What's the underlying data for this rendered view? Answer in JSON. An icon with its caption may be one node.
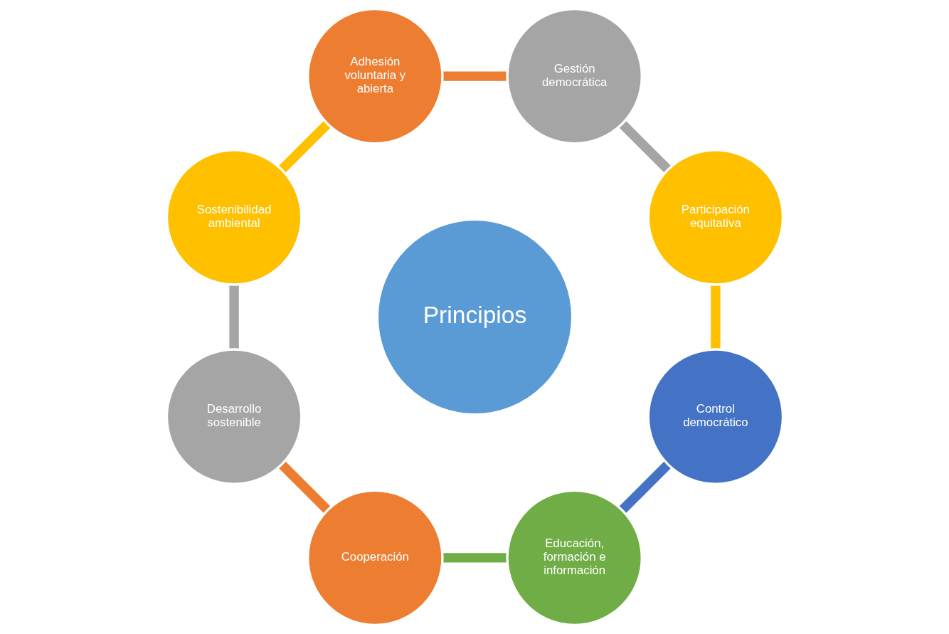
{
  "diagram": {
    "nodes": [
      {
        "text": [
          "Principios"
        ]
      },
      {
        "text": [
          "Adhesión voluntaria y abierta"
        ]
      },
      {
        "text": [
          "Gestión democrática"
        ]
      },
      {
        "text": [
          "Participación equitativa"
        ]
      },
      {
        "text": [
          "Control democrático"
        ]
      },
      {
        "text": [
          "Educación, formación e información"
        ]
      },
      {
        "text": [
          "Cooperación"
        ]
      },
      {
        "text": [
          "Desarrollo sostenible"
        ]
      },
      {
        "text": [
          "Sostenibilidad ambiental"
        ]
      }
    ],
    "edges": [
      {
        "from": 1,
        "to": 2,
        "arrow": "none",
        "color": "#ed7d31"
      },
      {
        "from": 2,
        "to": 3,
        "arrow": "none",
        "color": "#a5a5a5"
      },
      {
        "from": 3,
        "to": 4,
        "arrow": "none",
        "color": "#ffc000"
      },
      {
        "from": 4,
        "to": 5,
        "arrow": "none",
        "color": "#4472c4"
      },
      {
        "from": 5,
        "to": 6,
        "arrow": "none",
        "color": "#70ad47"
      },
      {
        "from": 6,
        "to": 7,
        "arrow": "none",
        "color": "#ed7d31"
      },
      {
        "from": 7,
        "to": 8,
        "arrow": "none",
        "color": "#a5a5a5"
      },
      {
        "from": 8,
        "to": 1,
        "arrow": "none",
        "color": "#ffc000"
      }
    ]
  }
}
